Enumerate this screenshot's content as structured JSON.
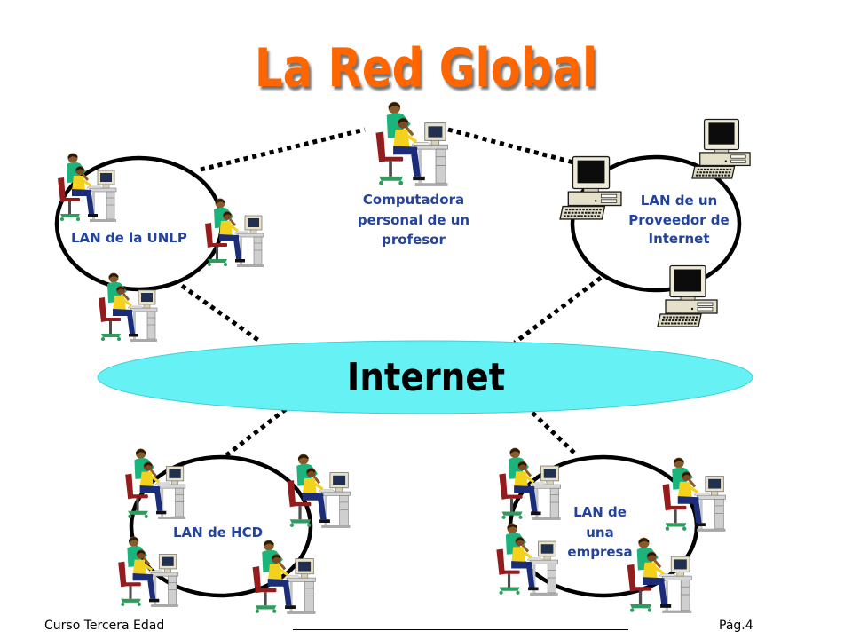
{
  "slide": {
    "title": "La Red Global",
    "footer": {
      "course": "Curso Tercera Edad",
      "page": "Pág.4"
    }
  },
  "internet": {
    "label": "Internet"
  },
  "networks": {
    "unlp": {
      "label_lines": [
        "LAN de la UNLP"
      ],
      "icon": "person-at-computer-icon"
    },
    "professor": {
      "label_lines": [
        "Computadora",
        "personal de un",
        "profesor"
      ],
      "icon": "person-at-computer-icon"
    },
    "isp": {
      "label_lines": [
        "LAN de un",
        "Proveedor de",
        "Internet"
      ],
      "icon": "desktop-computer-icon"
    },
    "hcd": {
      "label_lines": [
        "LAN de HCD"
      ],
      "icon": "person-at-computer-icon"
    },
    "company": {
      "label_lines": [
        "LAN de",
        "una",
        "empresa"
      ],
      "icon": "person-at-computer-icon"
    }
  },
  "colors": {
    "title": "#FF6600",
    "label": "#24449C",
    "internet_fill": "#66F2F5",
    "ring": "#000000",
    "link": "#000000"
  }
}
